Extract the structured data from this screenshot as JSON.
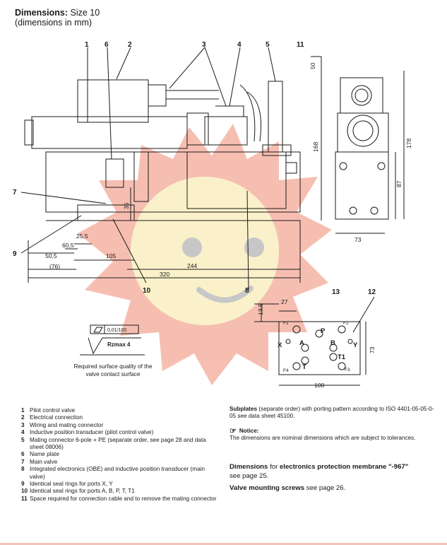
{
  "header": {
    "title_bold": "Dimensions:",
    "title_rest": "Size 10",
    "subtitle": "(dimensions in mm)"
  },
  "callouts": {
    "c1": "1",
    "c6": "6",
    "c2": "2",
    "c3": "3",
    "c4": "4",
    "c5": "5",
    "c11": "11",
    "c7": "7",
    "c9": "9",
    "c10": "10",
    "c8": "8",
    "c13": "13",
    "c12": "12"
  },
  "dims": {
    "d50": "50",
    "d168": "168",
    "d178": "178",
    "d87": "87",
    "d73_side": "73",
    "d35": "35",
    "d25_5": "25,5",
    "d60_5": "60,5",
    "d50_5": "50,5",
    "d105": "105",
    "d76": "(76)",
    "d244": "244",
    "d320": "320",
    "d13_5": "13,5",
    "d27": "27",
    "d73_plate": "73",
    "d108": "108"
  },
  "ports": {
    "F1": "F1",
    "F2": "F2",
    "F3": "F3",
    "F4": "F4",
    "P": "P",
    "A": "A",
    "B": "B",
    "T": "T",
    "T1": "T1",
    "X": "X",
    "Y": "Y"
  },
  "surface": {
    "tolerance": "0,01/100",
    "roughness": "Rzmax 4",
    "caption": "Required surface quality of the valve contact surface"
  },
  "legend": [
    {
      "n": "1",
      "t": "Pilot control valve"
    },
    {
      "n": "2",
      "t": "Electrical connection"
    },
    {
      "n": "3",
      "t": "Wiring and mating connector"
    },
    {
      "n": "4",
      "t": "Inductive position transducer (pilot control valve)"
    },
    {
      "n": "5",
      "t": "Mating connector 6-pole + PE (separate order, see page 28 and data sheet 08006)"
    },
    {
      "n": "6",
      "t": "Name plate"
    },
    {
      "n": "7",
      "t": "Main valve"
    },
    {
      "n": "8",
      "t": "Integrated electronics (OBE) and inductive position transducer (main valve)"
    },
    {
      "n": "9",
      "t": "Identical seal rings for ports X, Y"
    },
    {
      "n": "10",
      "t": "Identical seal rings for ports A, B, P, T, T1"
    },
    {
      "n": "11",
      "t": "Space required for connection cable and to remove the mating connector"
    }
  ],
  "notes": {
    "subplates_bold": "Subplates",
    "subplates_text": "(separate order) with porting pattern according to ISO 4401-05-05-0-05 see data sheet 45100.",
    "notice_title": "Notice:",
    "notice_text": "The dimensions are nominal dimensions which are subject to tolerances.",
    "dim_bold1": "Dimensions",
    "dim_text1": "for",
    "dim_bold2": "electronics protection membrane \"-967\"",
    "dim_text2": "see page 25.",
    "screws_bold": "Valve mounting screws",
    "screws_text": "see page 26."
  },
  "colors": {
    "line": "#1a1a1a",
    "watermark_outer": "#f08a72",
    "watermark_inner": "#f7e7a0"
  }
}
